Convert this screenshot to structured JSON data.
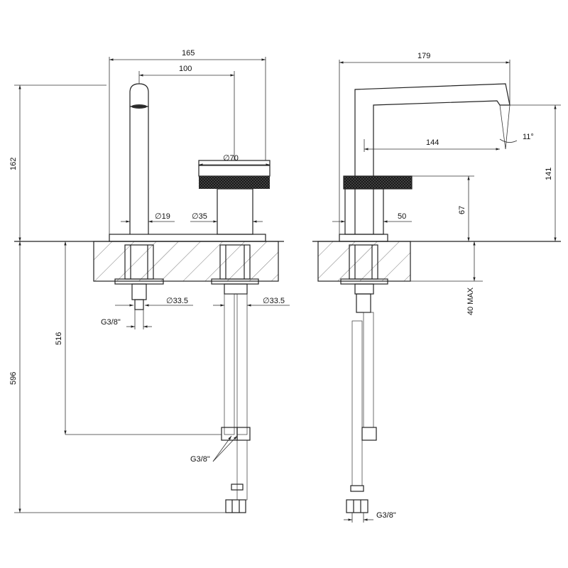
{
  "front_view": {
    "dims": {
      "width_165": "165",
      "spout_100": "100",
      "handle_dia": "∅70",
      "height_162": "162",
      "spout_dia": "∅19",
      "body_dia": "∅35",
      "nut_left": "∅33.5",
      "nut_right": "∅33.5",
      "thread_left": "G3/8\"",
      "len_516": "516",
      "len_596": "596",
      "thread_hose": "G3/8\""
    }
  },
  "side_view": {
    "dims": {
      "reach_179": "179",
      "reach_144": "144",
      "angle": "11°",
      "height_141": "141",
      "height_67": "67",
      "base_50": "50",
      "deck_max": "40 MAX",
      "thread_bottom": "G3/8\""
    }
  }
}
